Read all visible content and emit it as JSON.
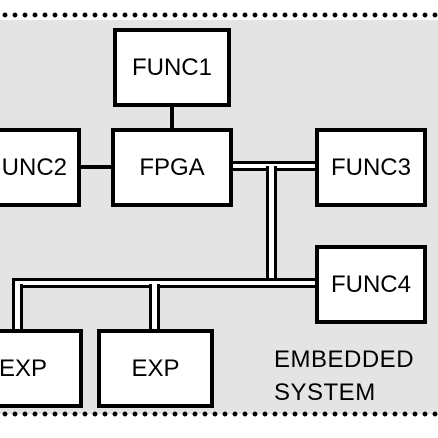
{
  "blocks": {
    "func1": "FUNC1",
    "func2": "UNC2",
    "fpga": "FPGA",
    "func3": "FUNC3",
    "func4": "FUNC4",
    "exp_left": "EXP",
    "exp_right": "EXP"
  },
  "system_label": {
    "line1": "EMBEDDED",
    "line2": "SYSTEM"
  },
  "colors": {
    "system_fill": "#e4e4e4",
    "block_fill": "#ffffff",
    "stroke": "#000000"
  }
}
